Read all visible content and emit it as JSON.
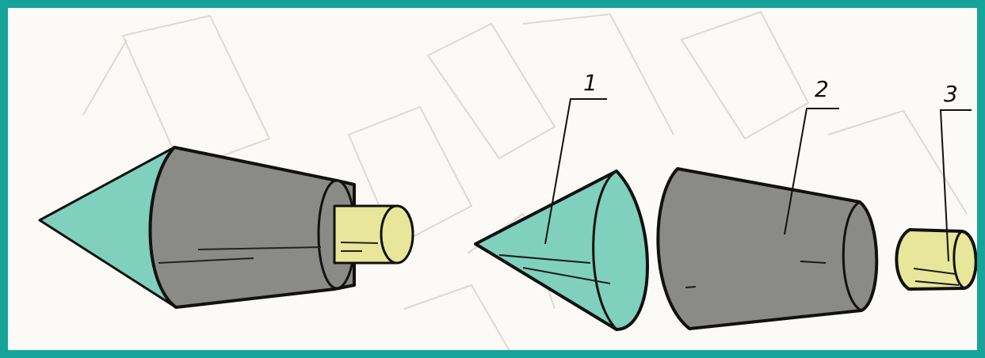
{
  "diagram": {
    "frame_color": "#16a39a",
    "background_color": "#fbfaf6",
    "colors": {
      "cone": "#7fd0bc",
      "frustum": "#8a8a86",
      "cylinder": "#e7e69a",
      "outline": "#111111"
    },
    "callouts": [
      {
        "label": "1",
        "part": "cone"
      },
      {
        "label": "2",
        "part": "truncated-cone"
      },
      {
        "label": "3",
        "part": "cylinder"
      }
    ]
  }
}
